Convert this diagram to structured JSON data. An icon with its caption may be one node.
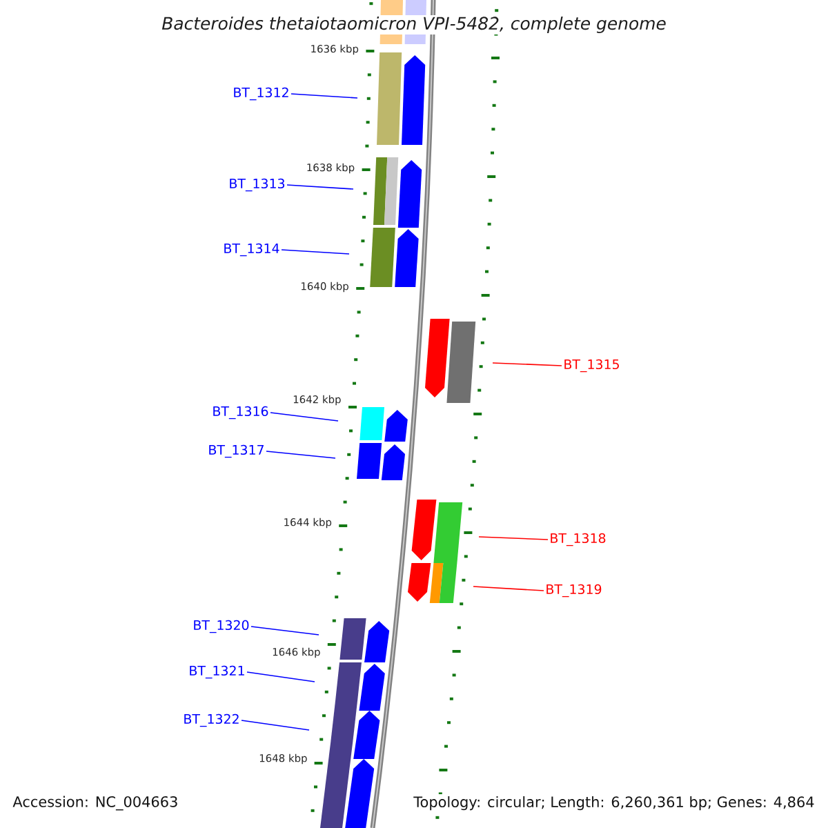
{
  "diagram": {
    "title": "Bacteroides thetaiotaomicron VPI-5482, complete genome",
    "nodes": [
      {
        "text": [
          "BT_1312"
        ]
      },
      {
        "text": [
          "BT_1313"
        ]
      },
      {
        "text": [
          "BT_1314"
        ]
      },
      {
        "text": [
          "BT_1315"
        ]
      },
      {
        "text": [
          "BT_1316"
        ]
      },
      {
        "text": [
          "BT_1317"
        ]
      },
      {
        "text": [
          "BT_1318"
        ]
      },
      {
        "text": [
          "BT_1319"
        ]
      },
      {
        "text": [
          "BT_1320"
        ]
      },
      {
        "text": [
          "BT_1321"
        ]
      },
      {
        "text": [
          "BT_1322"
        ]
      }
    ],
    "edges": [
      {
        "from": 0,
        "to": null,
        "arrow": "none"
      },
      {
        "from": 1,
        "to": null,
        "arrow": "none"
      },
      {
        "from": 2,
        "to": null,
        "arrow": "none"
      },
      {
        "from": 3,
        "to": null,
        "arrow": "none",
        "color": "#ff0000"
      },
      {
        "from": 4,
        "to": null,
        "arrow": "none"
      },
      {
        "from": 5,
        "to": null,
        "arrow": "none"
      },
      {
        "from": 6,
        "to": null,
        "arrow": "none",
        "color": "#ff0000"
      },
      {
        "from": 7,
        "to": null,
        "arrow": "none",
        "color": "#ff0000"
      },
      {
        "from": 8,
        "to": null,
        "arrow": "none"
      },
      {
        "from": 9,
        "to": null,
        "arrow": "none"
      },
      {
        "from": 10,
        "to": null,
        "arrow": "none"
      }
    ],
    "labels": [
      "1636 kbp",
      "1638 kbp",
      "1640 kbp",
      "1642 kbp",
      "1644 kbp",
      "1646 kbp",
      "1648 kbp",
      "Accession: NC_004663",
      "Topology: circular; Length: 6,260,361 bp; Genes: 4,864"
    ]
  }
}
